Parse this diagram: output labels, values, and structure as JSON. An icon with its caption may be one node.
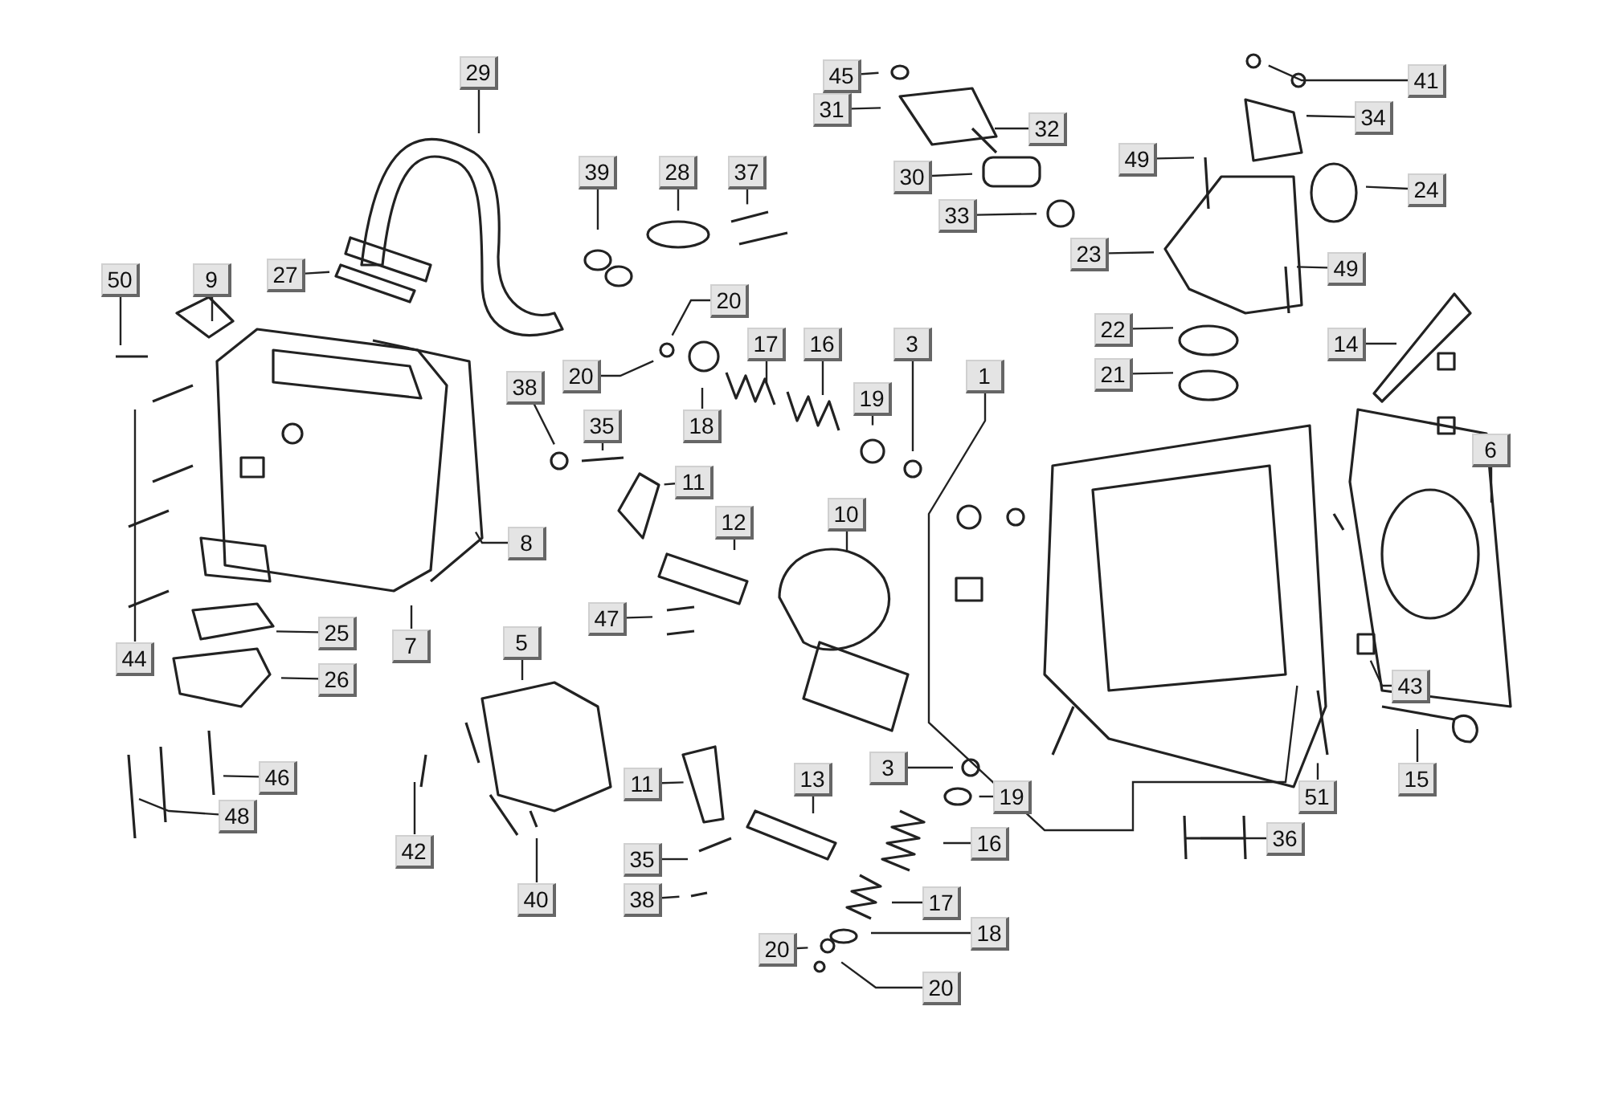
{
  "diagram": {
    "nodes": [
      {
        "text": [
          "29"
        ]
      },
      {
        "text": [
          "45"
        ]
      },
      {
        "text": [
          "41"
        ]
      },
      {
        "text": [
          "31"
        ]
      },
      {
        "text": [
          "32"
        ]
      },
      {
        "text": [
          "34"
        ]
      },
      {
        "text": [
          "39"
        ]
      },
      {
        "text": [
          "28"
        ]
      },
      {
        "text": [
          "37"
        ]
      },
      {
        "text": [
          "30"
        ]
      },
      {
        "text": [
          "49"
        ]
      },
      {
        "text": [
          "24"
        ]
      },
      {
        "text": [
          "33"
        ]
      },
      {
        "text": [
          "27"
        ]
      },
      {
        "text": [
          "50"
        ]
      },
      {
        "text": [
          "9"
        ]
      },
      {
        "text": [
          "23"
        ]
      },
      {
        "text": [
          "49"
        ]
      },
      {
        "text": [
          "20"
        ]
      },
      {
        "text": [
          "22"
        ]
      },
      {
        "text": [
          "14"
        ]
      },
      {
        "text": [
          "17"
        ]
      },
      {
        "text": [
          "16"
        ]
      },
      {
        "text": [
          "3"
        ]
      },
      {
        "text": [
          "21"
        ]
      },
      {
        "text": [
          "20"
        ]
      },
      {
        "text": [
          "1"
        ]
      },
      {
        "text": [
          "19"
        ]
      },
      {
        "text": [
          "38"
        ]
      },
      {
        "text": [
          "35"
        ]
      },
      {
        "text": [
          "18"
        ]
      },
      {
        "text": [
          "11"
        ]
      },
      {
        "text": [
          "12"
        ]
      },
      {
        "text": [
          "10"
        ]
      },
      {
        "text": [
          "6"
        ]
      },
      {
        "text": [
          "8"
        ]
      },
      {
        "text": [
          "47"
        ]
      },
      {
        "text": [
          "44"
        ]
      },
      {
        "text": [
          "25"
        ]
      },
      {
        "text": [
          "7"
        ]
      },
      {
        "text": [
          "5"
        ]
      },
      {
        "text": [
          "26"
        ]
      },
      {
        "text": [
          "43"
        ]
      },
      {
        "text": [
          "15"
        ]
      },
      {
        "text": [
          "3"
        ]
      },
      {
        "text": [
          "19"
        ]
      },
      {
        "text": [
          "11"
        ]
      },
      {
        "text": [
          "13"
        ]
      },
      {
        "text": [
          "46"
        ]
      },
      {
        "text": [
          "51"
        ]
      },
      {
        "text": [
          "36"
        ]
      },
      {
        "text": [
          "16"
        ]
      },
      {
        "text": [
          "48"
        ]
      },
      {
        "text": [
          "42"
        ]
      },
      {
        "text": [
          "35"
        ]
      },
      {
        "text": [
          "17"
        ]
      },
      {
        "text": [
          "40"
        ]
      },
      {
        "text": [
          "38"
        ]
      },
      {
        "text": [
          "18"
        ]
      },
      {
        "text": [
          "20"
        ]
      },
      {
        "text": [
          "20"
        ]
      }
    ],
    "edges": [
      {
        "from": 0,
        "to": null,
        "arrow": "none"
      },
      {
        "from": 1,
        "to": null,
        "arrow": "none"
      },
      {
        "from": 2,
        "to": null,
        "arrow": "none"
      },
      {
        "from": 3,
        "to": null,
        "arrow": "none"
      },
      {
        "from": 4,
        "to": null,
        "arrow": "none"
      },
      {
        "from": 5,
        "to": null,
        "arrow": "none"
      },
      {
        "from": 6,
        "to": null,
        "arrow": "none"
      },
      {
        "from": 7,
        "to": null,
        "arrow": "none"
      },
      {
        "from": 8,
        "to": null,
        "arrow": "none"
      },
      {
        "from": 9,
        "to": null,
        "arrow": "none"
      },
      {
        "from": 10,
        "to": null,
        "arrow": "none"
      },
      {
        "from": 11,
        "to": null,
        "arrow": "none"
      },
      {
        "from": 12,
        "to": null,
        "arrow": "none"
      },
      {
        "from": 13,
        "to": null,
        "arrow": "none"
      },
      {
        "from": 14,
        "to": null,
        "arrow": "none"
      },
      {
        "from": 15,
        "to": null,
        "arrow": "none"
      },
      {
        "from": 16,
        "to": null,
        "arrow": "none"
      },
      {
        "from": 17,
        "to": null,
        "arrow": "none"
      },
      {
        "from": 18,
        "to": null,
        "arrow": "none"
      },
      {
        "from": 19,
        "to": null,
        "arrow": "none"
      },
      {
        "from": 20,
        "to": null,
        "arrow": "none"
      },
      {
        "from": 21,
        "to": null,
        "arrow": "none"
      },
      {
        "from": 22,
        "to": null,
        "arrow": "none"
      },
      {
        "from": 23,
        "to": null,
        "arrow": "none"
      },
      {
        "from": 24,
        "to": null,
        "arrow": "none"
      },
      {
        "from": 25,
        "to": null,
        "arrow": "none"
      },
      {
        "from": 26,
        "to": null,
        "arrow": "none"
      },
      {
        "from": 27,
        "to": null,
        "arrow": "none"
      },
      {
        "from": 28,
        "to": null,
        "arrow": "none"
      },
      {
        "from": 29,
        "to": null,
        "arrow": "none"
      },
      {
        "from": 30,
        "to": null,
        "arrow": "none"
      },
      {
        "from": 31,
        "to": null,
        "arrow": "none"
      },
      {
        "from": 32,
        "to": null,
        "arrow": "none"
      },
      {
        "from": 33,
        "to": null,
        "arrow": "none"
      },
      {
        "from": 34,
        "to": null,
        "arrow": "none"
      },
      {
        "from": 35,
        "to": null,
        "arrow": "none"
      },
      {
        "from": 36,
        "to": null,
        "arrow": "none"
      },
      {
        "from": 37,
        "to": null,
        "arrow": "none"
      },
      {
        "from": 38,
        "to": null,
        "arrow": "none"
      },
      {
        "from": 39,
        "to": null,
        "arrow": "none"
      },
      {
        "from": 40,
        "to": null,
        "arrow": "none"
      },
      {
        "from": 41,
        "to": null,
        "arrow": "none"
      },
      {
        "from": 42,
        "to": null,
        "arrow": "none"
      },
      {
        "from": 43,
        "to": null,
        "arrow": "none"
      },
      {
        "from": 44,
        "to": null,
        "arrow": "none"
      },
      {
        "from": 45,
        "to": null,
        "arrow": "none"
      },
      {
        "from": 46,
        "to": null,
        "arrow": "none"
      },
      {
        "from": 47,
        "to": null,
        "arrow": "none"
      },
      {
        "from": 48,
        "to": null,
        "arrow": "none"
      },
      {
        "from": 49,
        "to": null,
        "arrow": "none"
      },
      {
        "from": 50,
        "to": null,
        "arrow": "none"
      },
      {
        "from": 51,
        "to": null,
        "arrow": "none"
      },
      {
        "from": 52,
        "to": null,
        "arrow": "none"
      },
      {
        "from": 53,
        "to": null,
        "arrow": "none"
      },
      {
        "from": 54,
        "to": null,
        "arrow": "none"
      },
      {
        "from": 55,
        "to": null,
        "arrow": "none"
      },
      {
        "from": 56,
        "to": null,
        "arrow": "none"
      },
      {
        "from": 57,
        "to": null,
        "arrow": "none"
      },
      {
        "from": 58,
        "to": null,
        "arrow": "none"
      },
      {
        "from": 59,
        "to": null,
        "arrow": "none"
      },
      {
        "from": 60,
        "to": null,
        "arrow": "none"
      }
    ]
  }
}
